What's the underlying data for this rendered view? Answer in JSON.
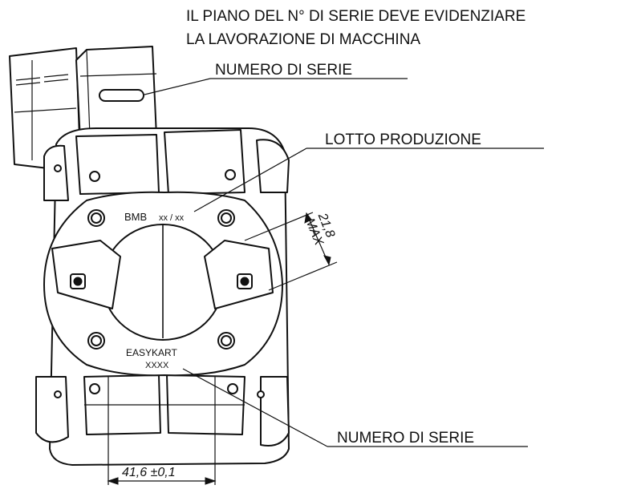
{
  "notes": {
    "note_line_1": "IL PIANO DEL N° DI SERIE DEVE EVIDENZIARE",
    "note_line_2": "LA LAVORAZIONE DI MACCHINA"
  },
  "callouts": {
    "serial_top": "NUMERO DI SERIE",
    "production_lot": "LOTTO PRODUZIONE",
    "serial_bottom": "NUMERO DI SERIE"
  },
  "markings": {
    "brand_code": "BMB",
    "lot_code": "xx / xx",
    "model": "EASYKART",
    "serial_code": "XXXX"
  },
  "dimensions": {
    "depth_value": "21,8",
    "depth_note": "MAX",
    "width": "41,6 ±0,1"
  }
}
